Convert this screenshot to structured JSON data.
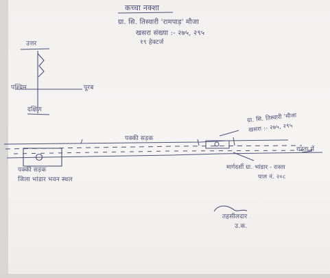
{
  "document": {
    "title": "कच्चा नक्शा",
    "header": {
      "line1": "ग्रा. सि. तिस्वारी 'रामपाड़' मौजा",
      "line2": "खसरा संख्या :- २७५, २९५",
      "line3": "१९ हेक्टर्ज"
    }
  },
  "compass": {
    "north": "उत्तर",
    "south": "दक्षिण",
    "east": "पूरब",
    "west": "पश्चिम"
  },
  "map": {
    "road_label": "पक्की सड़क",
    "road_end_label": "रास्ता में",
    "box_label_line1": "पक्की सड़क",
    "box_label_line2": "जिला भांडार भवन स्थल",
    "plot_label_line1": "ग्रा. सि. तिस्वारी 'मौजा",
    "plot_label_line2": "खसरा :- २७५, २९५",
    "lower_label_line1": "मार्गदर्शी ग्रा. भांडार - रास्ता",
    "lower_label_line2": "पाल नं. २०८"
  },
  "signature": {
    "line1": "तहसीलदार",
    "line2": "उ.क."
  },
  "colors": {
    "ink": "#4a4f73",
    "paper": "#f4f2f1"
  }
}
